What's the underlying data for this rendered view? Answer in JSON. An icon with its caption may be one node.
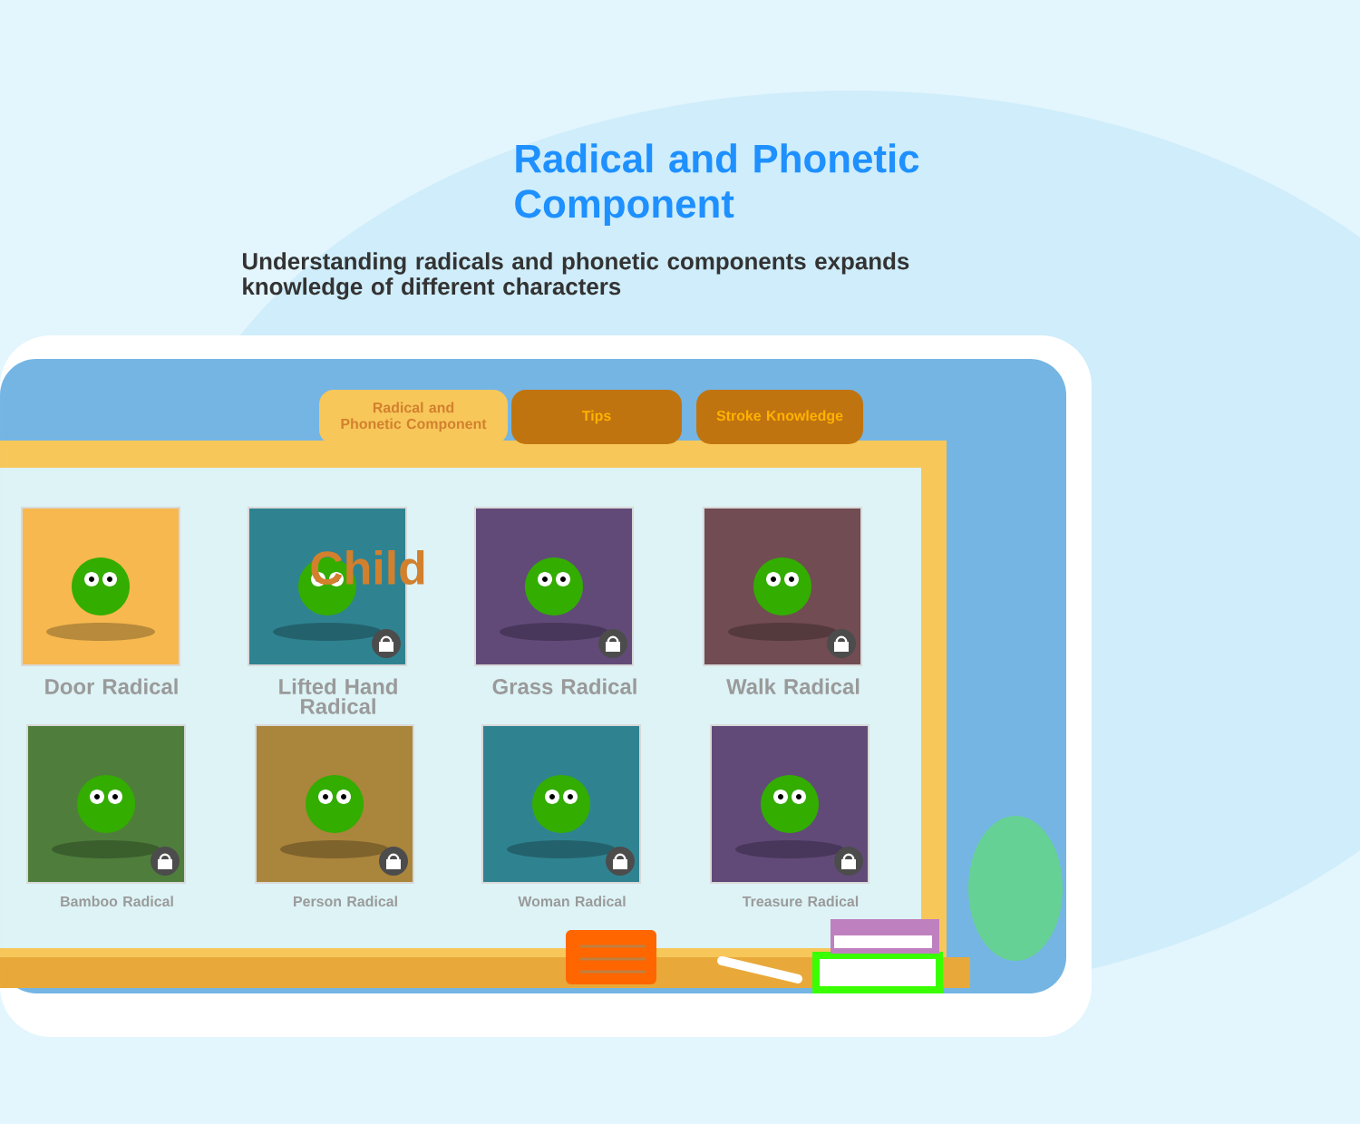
{
  "diagram": {
    "title": "Radical and Phonetic Component",
    "nodes": [
      {
        "text": [
          "Radical and Phonetic Component"
        ]
      },
      {
        "text": [
          "Tips"
        ]
      },
      {
        "text": [
          "Stroke Knowledge"
        ]
      },
      {
        "text": [],
        "shape": "picture",
        "beside": [
          "Door Radical"
        ]
      },
      {
        "text": [],
        "shape": "picture",
        "beside": [
          "Lifted Hand Radical"
        ]
      },
      {
        "text": [],
        "shape": "picture",
        "beside": [
          "Grass Radical"
        ]
      },
      {
        "text": [],
        "shape": "picture",
        "beside": [
          "Walk Radical"
        ]
      },
      {
        "text": [],
        "shape": "picture",
        "beside": [
          "Bamboo Radical"
        ]
      },
      {
        "text": [],
        "shape": "picture",
        "beside": [
          "Person Radical"
        ]
      },
      {
        "text": [],
        "shape": "picture",
        "beside": [
          "Woman Radical"
        ]
      },
      {
        "text": [],
        "shape": "picture",
        "beside": [
          "Treasure Radical"
        ]
      }
    ],
    "labels": [
      "Understanding radicals and phonetic components expands knowledge of different characters",
      "Child"
    ]
  }
}
